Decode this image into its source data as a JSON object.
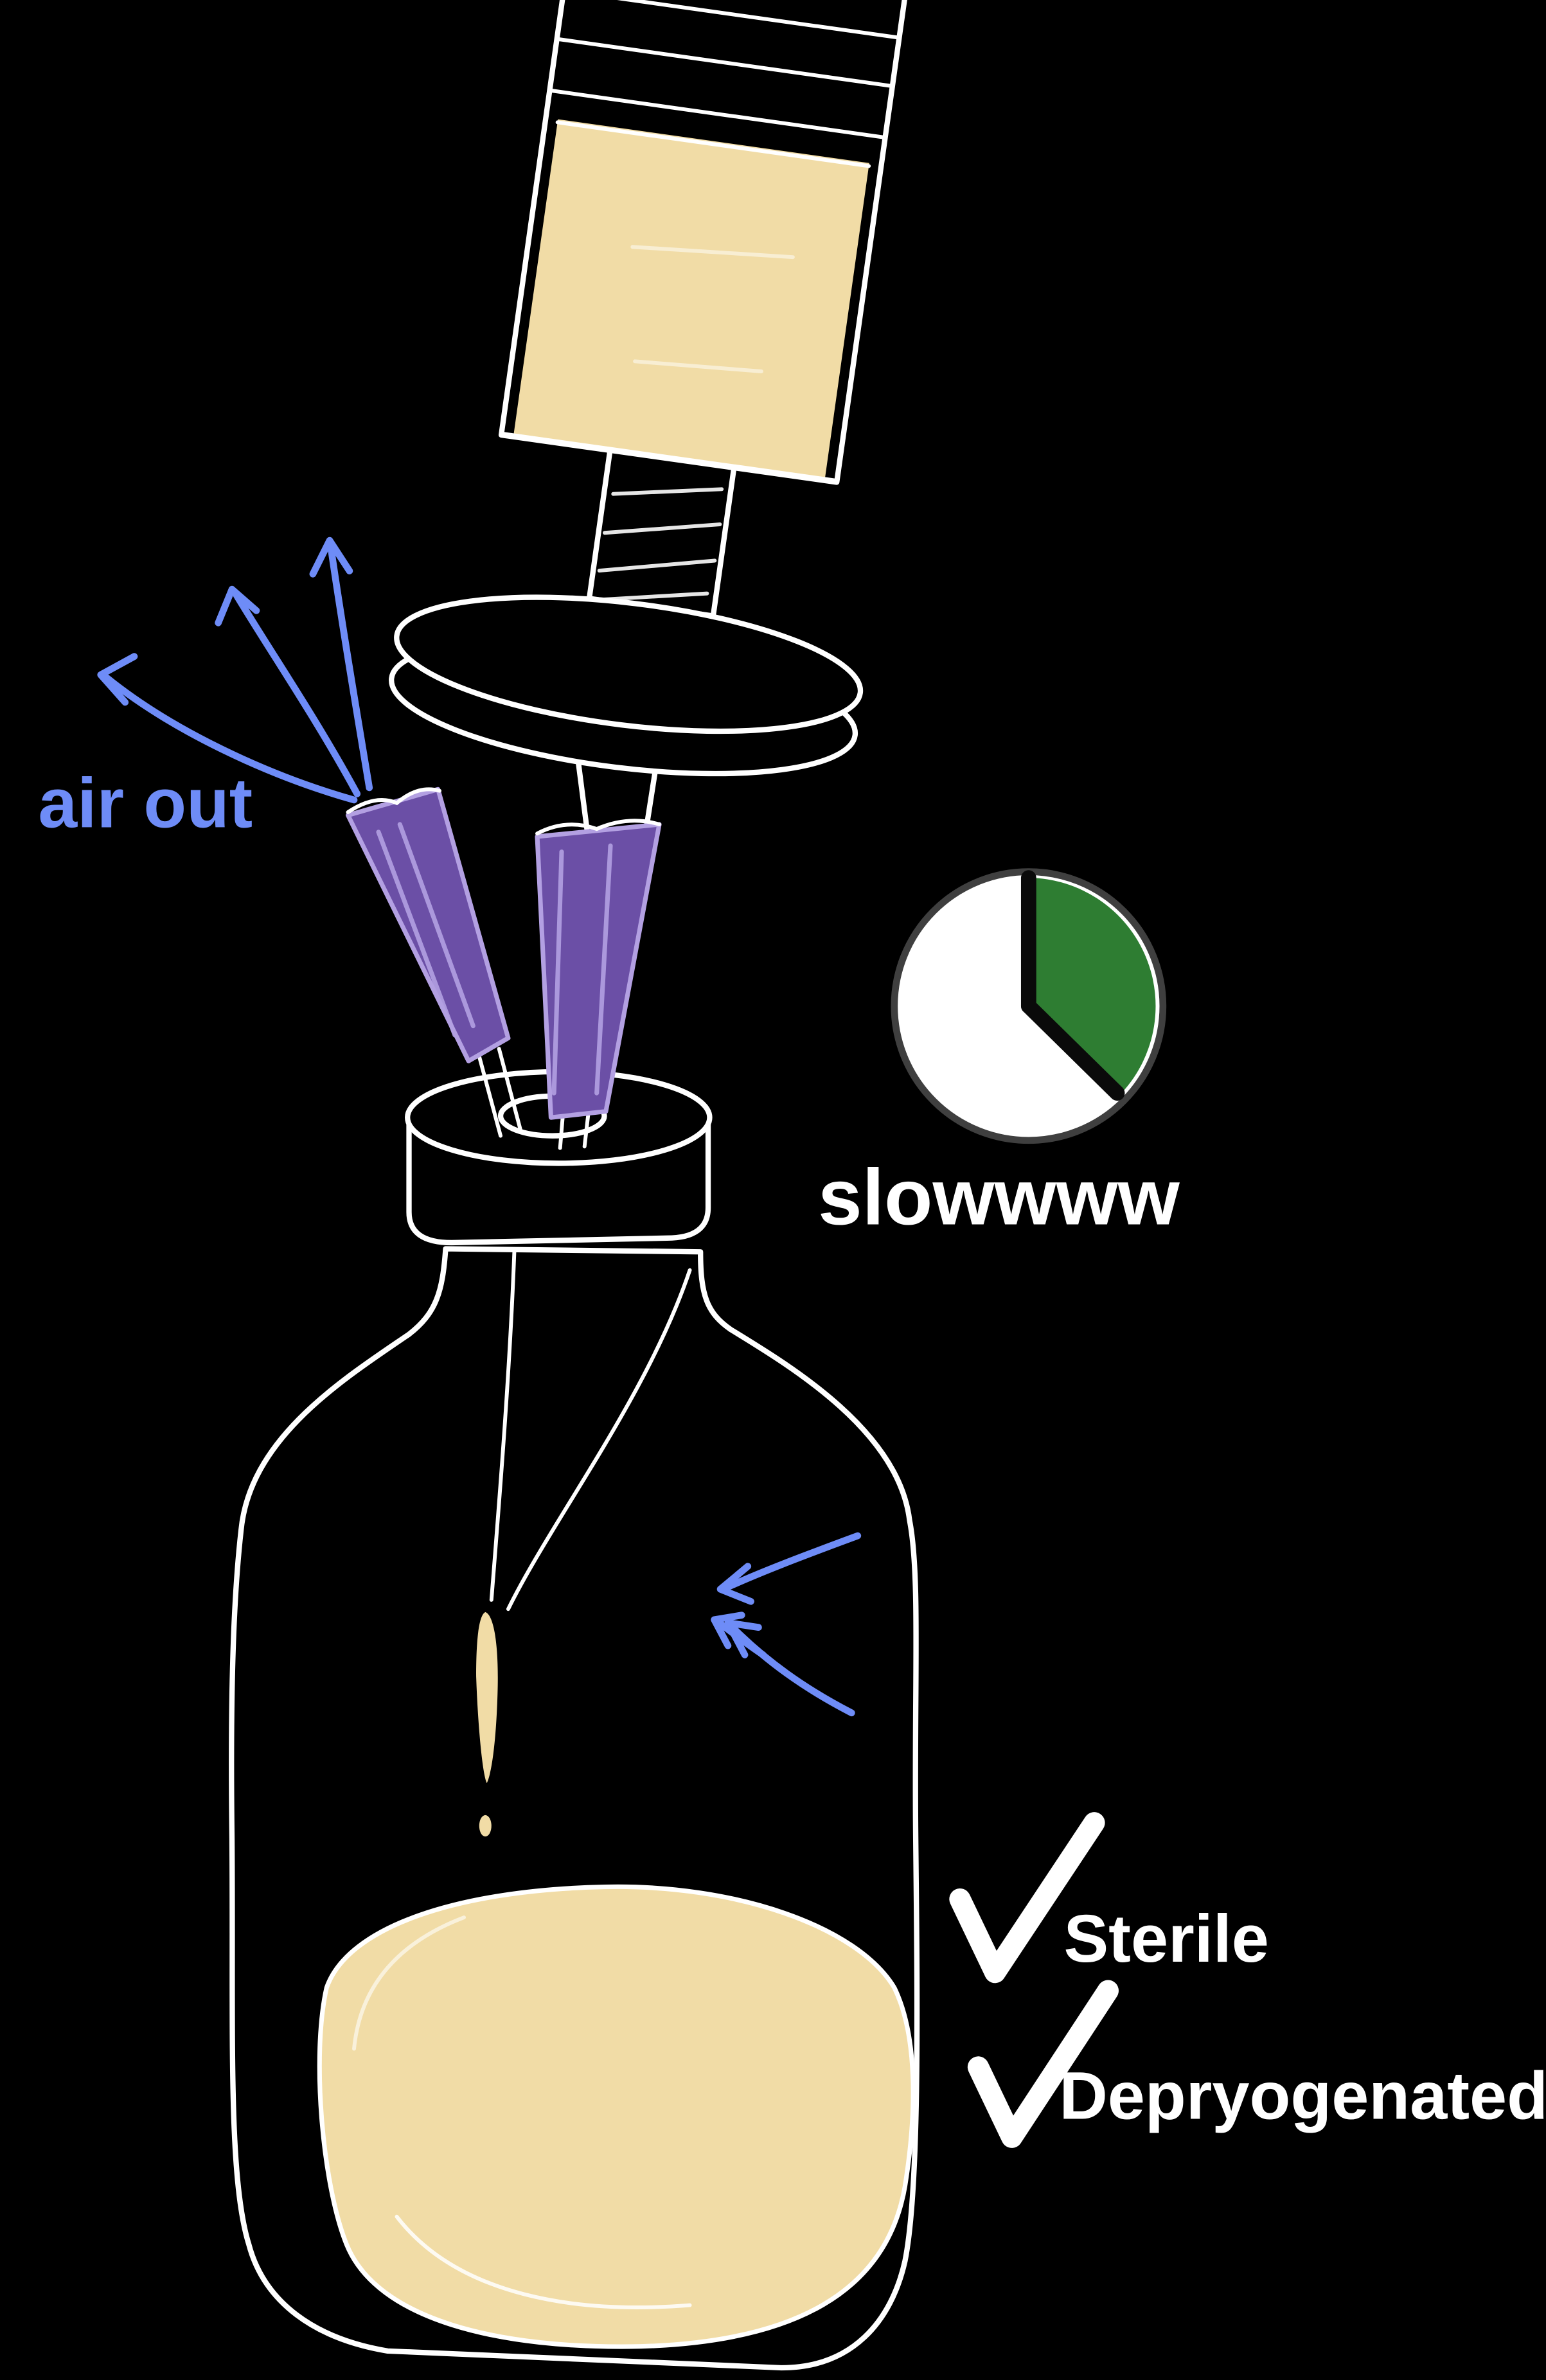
{
  "labels": {
    "air_out": "air out",
    "slow": "slowwww",
    "check_sterile": "Sterile",
    "check_depyrogenated": "Depryogenated"
  },
  "clock": {
    "wedge_start_deg": 0,
    "wedge_end_deg": 135
  },
  "colors": {
    "background": "#000000",
    "ink": "#ffffff",
    "liquid": "#f1dca6",
    "purple": "#6b4fa6",
    "purple-light": "#b3a0e2",
    "blue": "#6e8cf7",
    "green": "#2e7d32",
    "clock-ring": "#3f3f3f"
  }
}
